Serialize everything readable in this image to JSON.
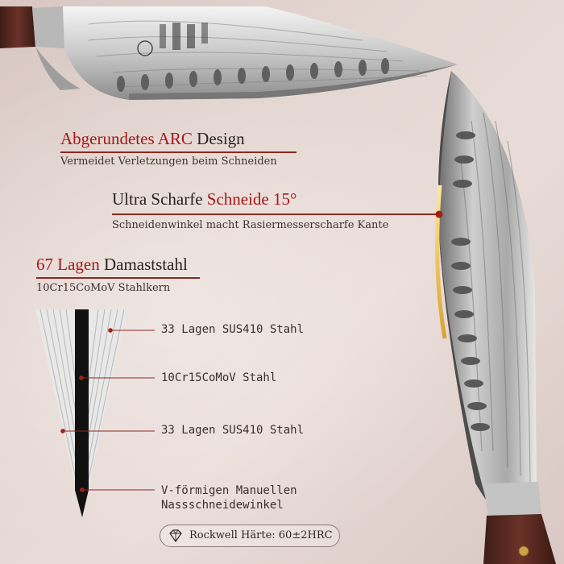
{
  "features": [
    {
      "highlight": "Abgerundetes ARC",
      "rest": " Design",
      "highlight_first": true,
      "subtitle": "Vermeidet Verletzungen beim Schneiden"
    },
    {
      "lead": "Ultra Scharfe ",
      "highlight": "Schneide 15°",
      "highlight_first": false,
      "subtitle": "Schneidenwinkel macht Rasiermesserscharfe Kante"
    },
    {
      "highlight": "67 Lagen",
      "rest": " Damaststahl",
      "highlight_first": true,
      "subtitle": "10Cr15CoMoV Stahlkern"
    }
  ],
  "layers": [
    {
      "label": "33 Lagen SUS410 Stahl"
    },
    {
      "label": "10Cr15CoMoV Stahl"
    },
    {
      "label": "33 Lagen SUS410 Stahl"
    },
    {
      "label": "V-förmigen Manuellen\nNassschneidewinkel"
    }
  ],
  "hardness_badge": {
    "label": "Rockwell Härte: 60±2HRC",
    "icon": "diamond-icon"
  },
  "colors": {
    "accent": "#a31818",
    "rule": "#8a2a20",
    "handle": "#5a2a22"
  }
}
